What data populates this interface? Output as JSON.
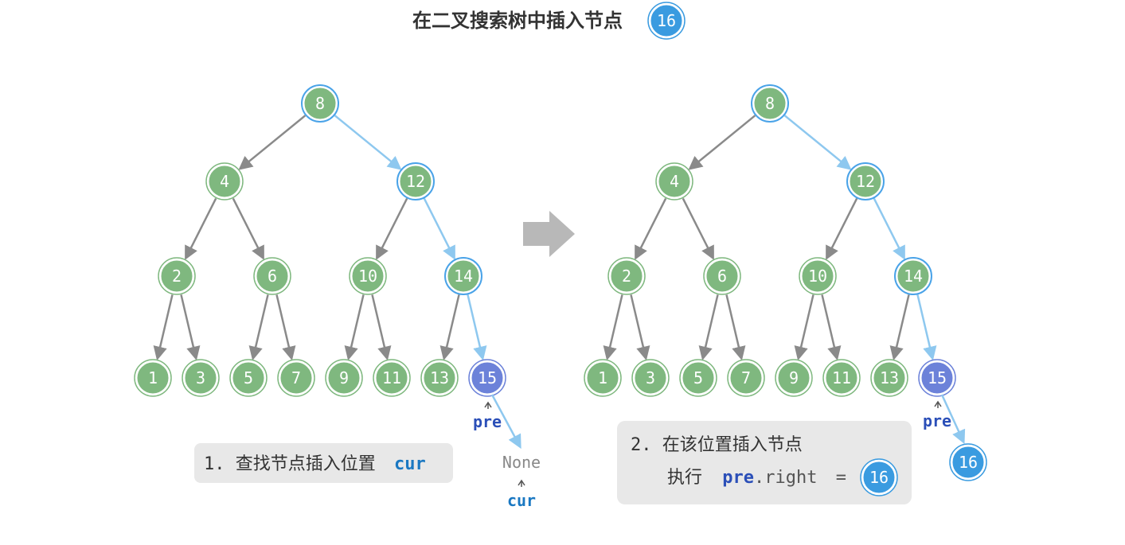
{
  "title": "在二叉搜索树中插入节点",
  "insert_value": "16",
  "tree_values": [
    "8",
    "4",
    "12",
    "2",
    "6",
    "10",
    "14",
    "1",
    "3",
    "5",
    "7",
    "9",
    "11",
    "13",
    "15"
  ],
  "left_panel": {
    "step_caption": "1. 查找节点插入位置",
    "step_code": "cur",
    "pre_label": "pre",
    "none_label": "None",
    "cur_label": "cur"
  },
  "right_panel": {
    "step_caption": "2. 在该位置插入节点",
    "exec_prefix": "执行",
    "exec_var": "pre",
    "exec_attr": ".right",
    "exec_eq": "=",
    "exec_value": "16",
    "pre_label": "pre",
    "new_node": "16"
  },
  "colors": {
    "node_fill": "#7fb87f",
    "node_ring": "#ffffff",
    "path_ring": "#4aa3e8",
    "pre_fill": "#6c82d9",
    "new_fill": "#3a9be0",
    "edge": "#8a8a8a",
    "path_edge": "#8ec8ef",
    "pre_text": "#2b4fb8",
    "cur_text": "#1a78c2",
    "caption_bg": "#e8e8e8",
    "arrow": "#b8b8b8"
  }
}
